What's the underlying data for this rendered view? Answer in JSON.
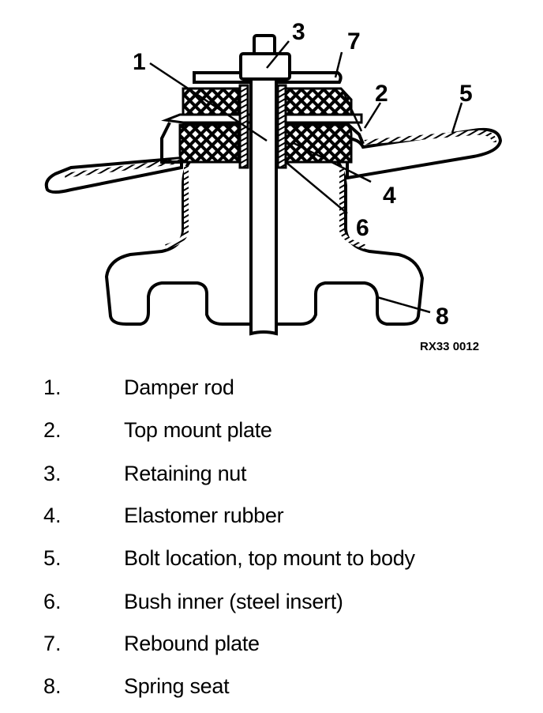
{
  "diagram": {
    "title": "Damper top mount cross-section",
    "reference_code": "RX33 0012",
    "callouts": [
      "1",
      "2",
      "3",
      "4",
      "5",
      "6",
      "7",
      "8"
    ]
  },
  "legend": [
    {
      "number": "1.",
      "label": "Damper rod"
    },
    {
      "number": "2.",
      "label": "Top mount plate"
    },
    {
      "number": "3.",
      "label": "Retaining nut"
    },
    {
      "number": "4.",
      "label": "Elastomer rubber"
    },
    {
      "number": "5.",
      "label": "Bolt location, top mount to body"
    },
    {
      "number": "6.",
      "label": "Bush inner (steel insert)"
    },
    {
      "number": "7.",
      "label": "Rebound plate"
    },
    {
      "number": "8.",
      "label": "Spring seat"
    }
  ]
}
